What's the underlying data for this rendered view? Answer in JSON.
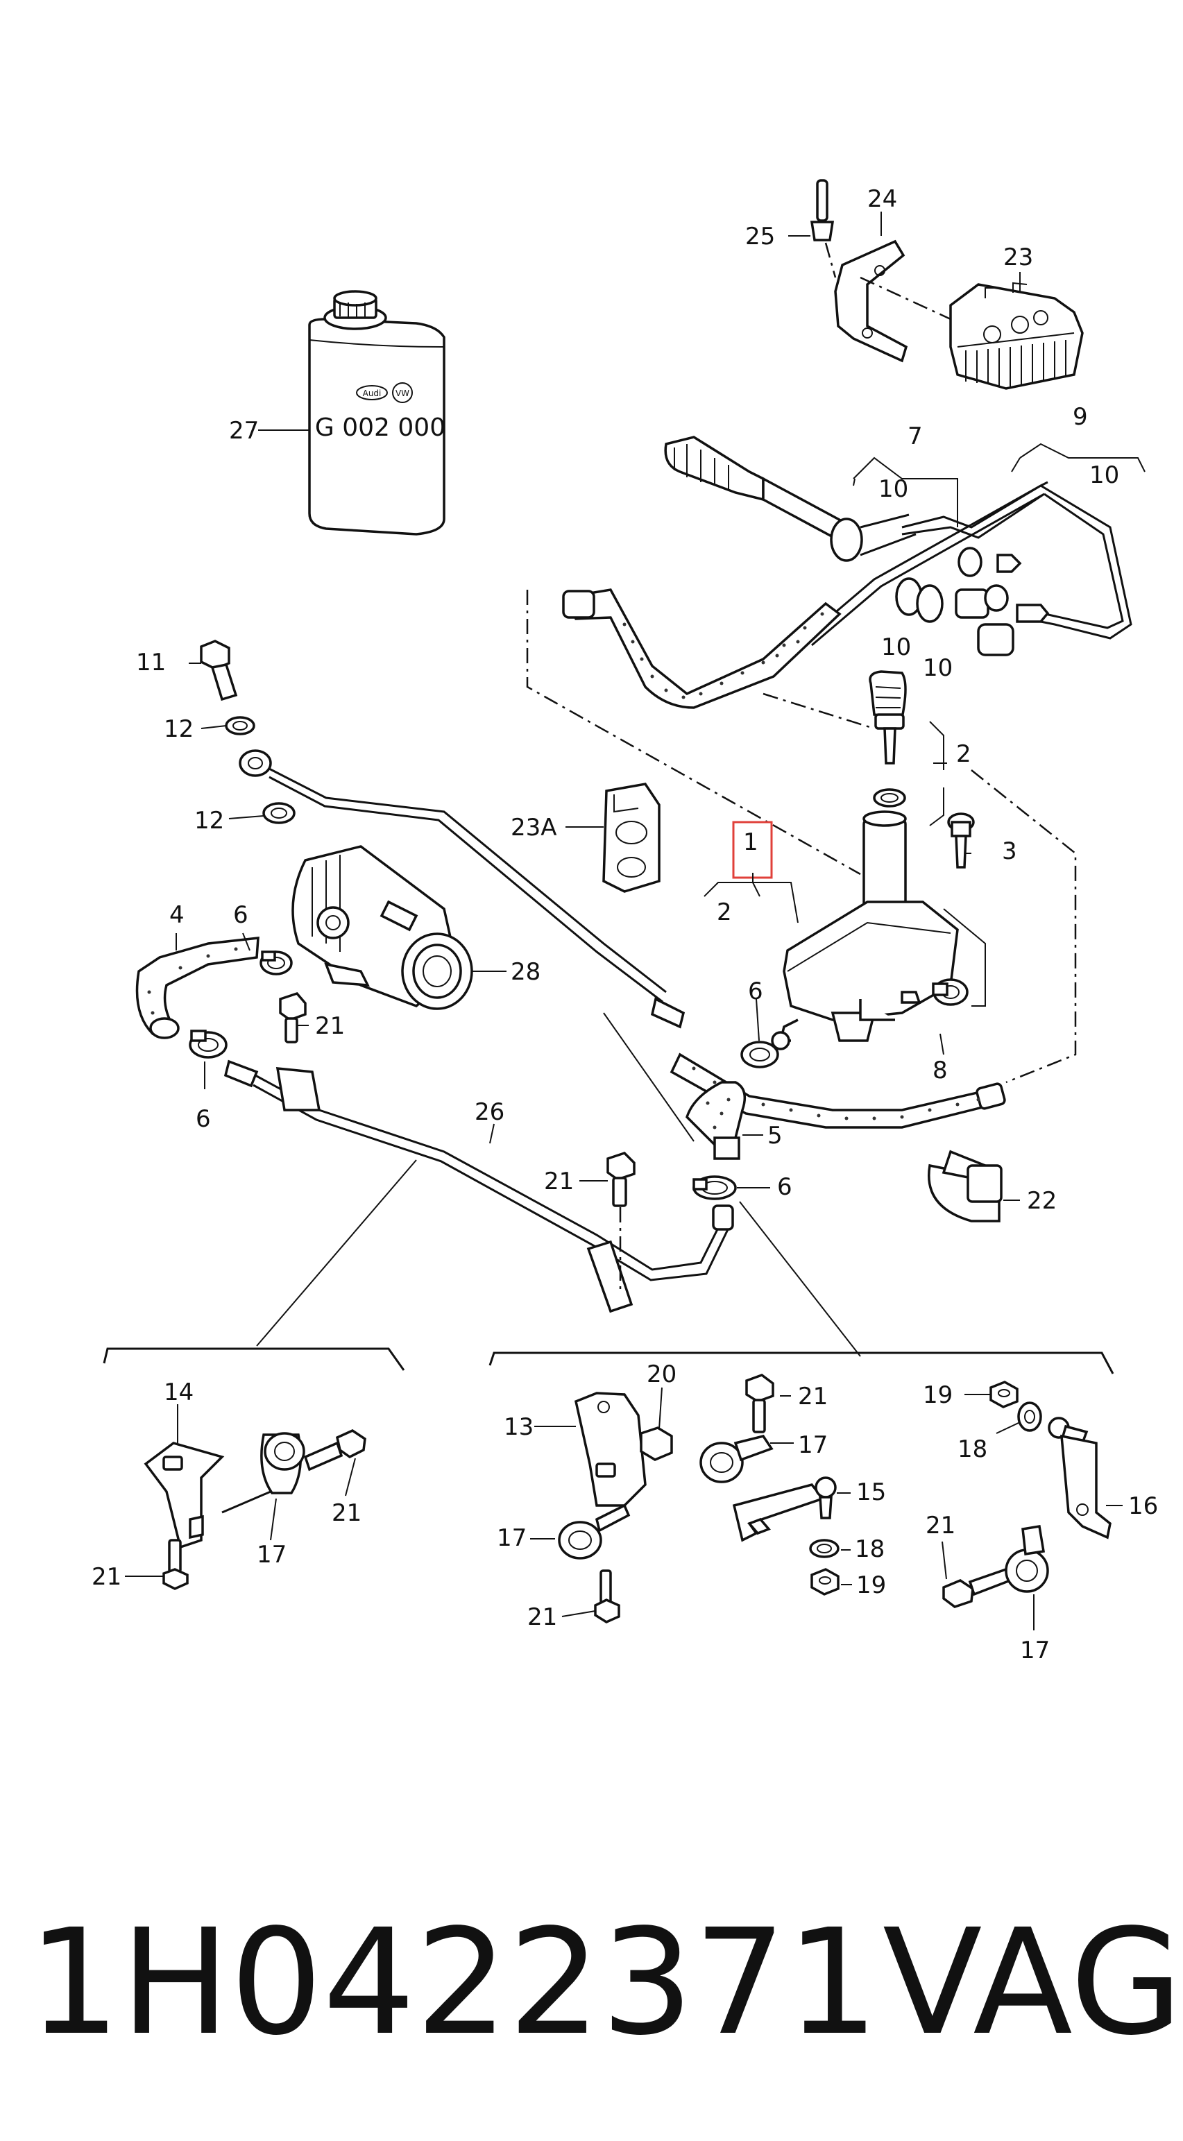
{
  "can_text": "G 002 000",
  "can_logo_letters": [
    "Audi",
    "VW"
  ],
  "callouts": {
    "c1": "1",
    "c2a": "2",
    "c2b": "2",
    "c3": "3",
    "c4": "4",
    "c5": "5",
    "c6a": "6",
    "c6b": "6",
    "c6c": "6",
    "c6d": "6",
    "c7": "7",
    "c8": "8",
    "c9": "9",
    "c10a": "10",
    "c10b": "10",
    "c10c": "10",
    "c10d": "10",
    "c11": "11",
    "c12a": "12",
    "c12b": "12",
    "c13": "13",
    "c14": "14",
    "c15": "15",
    "c16": "16",
    "c17a": "17",
    "c17b": "17",
    "c17c": "17",
    "c17d": "17",
    "c18a": "18",
    "c18b": "18",
    "c19a": "19",
    "c19b": "19",
    "c20": "20",
    "c21a": "21",
    "c21b": "21",
    "c21c": "21",
    "c21d": "21",
    "c21e": "21",
    "c21f": "21",
    "c21g": "21",
    "c22": "22",
    "c23": "23",
    "c23A": "23A",
    "c24": "24",
    "c25": "25",
    "c26": "26",
    "c27": "27",
    "c28": "28"
  },
  "highlight_color": "#e0403a",
  "footer": {
    "part_number": "1H0422371",
    "brand": "VAG"
  }
}
